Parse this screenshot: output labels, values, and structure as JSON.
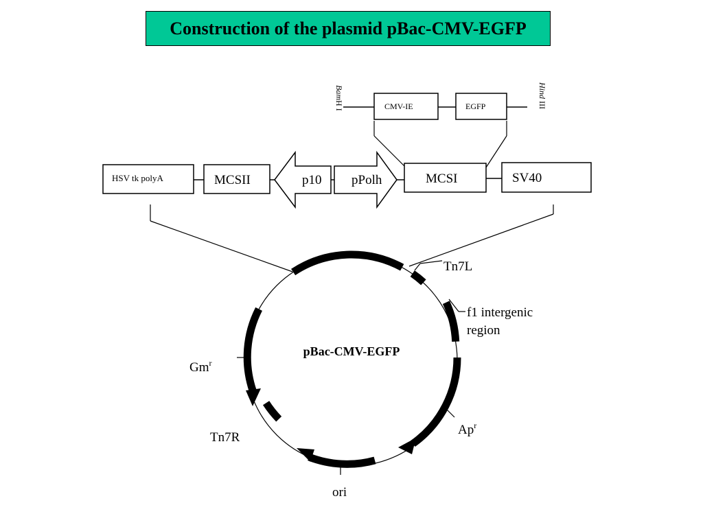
{
  "title": "Construction of the plasmid pBac-CMV-EGFP",
  "insert": {
    "left_site": "BamH I",
    "left_site_italic": "Bam",
    "left_site_roman": "H I",
    "box1": "CMV-IE",
    "box2": "EGFP",
    "right_site": "Hind III",
    "right_site_italic": "Hind",
    "right_site_roman": " III"
  },
  "cassette": {
    "hsv": "HSV tk polyA",
    "mcs2": "MCSII",
    "p10": "p10",
    "ppolh": "pPolh",
    "mcs1": "MCSI",
    "sv40": "SV40"
  },
  "plasmid": {
    "name": "pBac-CMV-EGFP",
    "tn7l": "Tn7L",
    "f1": "f1 intergenic",
    "f1_line2": "region",
    "apr": "Ap",
    "apr_sup": "r",
    "ori": "ori",
    "tn7r": "Tn7R",
    "gmr": "Gm",
    "gmr_sup": "r"
  }
}
